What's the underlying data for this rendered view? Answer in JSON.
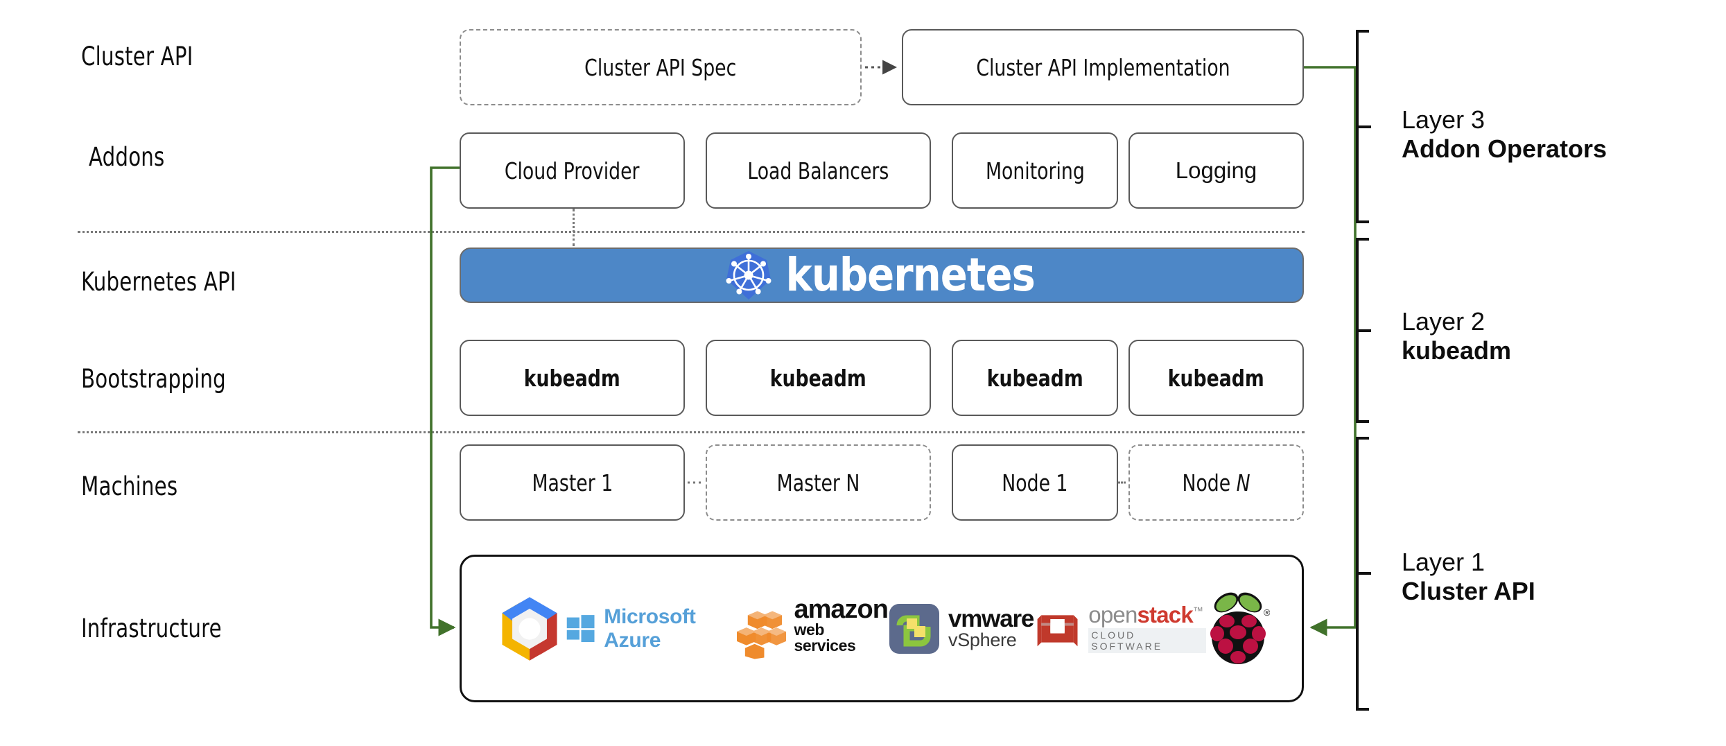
{
  "diagram": {
    "title": "Kubernetes Cluster API layered architecture",
    "accent_green": "#41722b",
    "k8s_blue": "#4d87c7",
    "k8s_logo_blue": "#3f6fd8",
    "box_border": "#595959",
    "dashed_border": "#8c8c8c"
  },
  "row_labels": [
    {
      "id": "cluster-api",
      "text": "Cluster API"
    },
    {
      "id": "addons",
      "text": "Addons"
    },
    {
      "id": "kubernetes-api",
      "text": "Kubernetes API"
    },
    {
      "id": "bootstrapping",
      "text": "Bootstrapping"
    },
    {
      "id": "machines",
      "text": "Machines"
    },
    {
      "id": "infrastructure",
      "text": "Infrastructure"
    }
  ],
  "cluster_api_row": {
    "spec_box": {
      "label": "Cluster API Spec",
      "style": "dashed"
    },
    "impl_box": {
      "label": "Cluster API Implementation",
      "style": "solid"
    },
    "connector": "dotted-arrow-right"
  },
  "addons_row": {
    "boxes": [
      {
        "label": "Cloud Provider",
        "style": "solid"
      },
      {
        "label": "Load Balancers",
        "style": "solid"
      },
      {
        "label": "Monitoring",
        "style": "solid"
      },
      {
        "label": "Logging",
        "style": "solid"
      }
    ]
  },
  "kubernetes_banner": {
    "wordmark": "kubernetes",
    "logo": "kubernetes-helm-wheel"
  },
  "bootstrapping_row": {
    "boxes": [
      {
        "label": "kubeadm",
        "style": "solid"
      },
      {
        "label": "kubeadm",
        "style": "solid"
      },
      {
        "label": "kubeadm",
        "style": "solid"
      },
      {
        "label": "kubeadm",
        "style": "solid"
      }
    ]
  },
  "machines_row": {
    "boxes": [
      {
        "label": "Master 1",
        "style": "solid"
      },
      {
        "label": "Master N",
        "style": "dashed"
      },
      {
        "label": "Node 1",
        "style": "solid"
      },
      {
        "label": "Node N",
        "style": "dashed",
        "italic_suffix": "N"
      }
    ]
  },
  "infrastructure_row": {
    "providers": [
      {
        "name": "google-cloud-platform",
        "text": ""
      },
      {
        "name": "microsoft-azure",
        "text": "Microsoft Azure"
      },
      {
        "name": "amazon-web-services",
        "text_line1": "amazon",
        "text_line2": "web services"
      },
      {
        "name": "vmware-vsphere",
        "text_line1": "vmware",
        "text_line2": "vSphere"
      },
      {
        "name": "openstack",
        "text_line1a": "open",
        "text_line1b": "stack",
        "text_line2": "CLOUD SOFTWARE"
      },
      {
        "name": "raspberry-pi",
        "text": ""
      }
    ]
  },
  "layers": [
    {
      "id": "layer-3",
      "title": "Layer 3",
      "subtitle": "Addon Operators"
    },
    {
      "id": "layer-2",
      "title": "Layer 2",
      "subtitle": "kubeadm"
    },
    {
      "id": "layer-1",
      "title": "Layer 1",
      "subtitle": "Cluster API"
    }
  ]
}
